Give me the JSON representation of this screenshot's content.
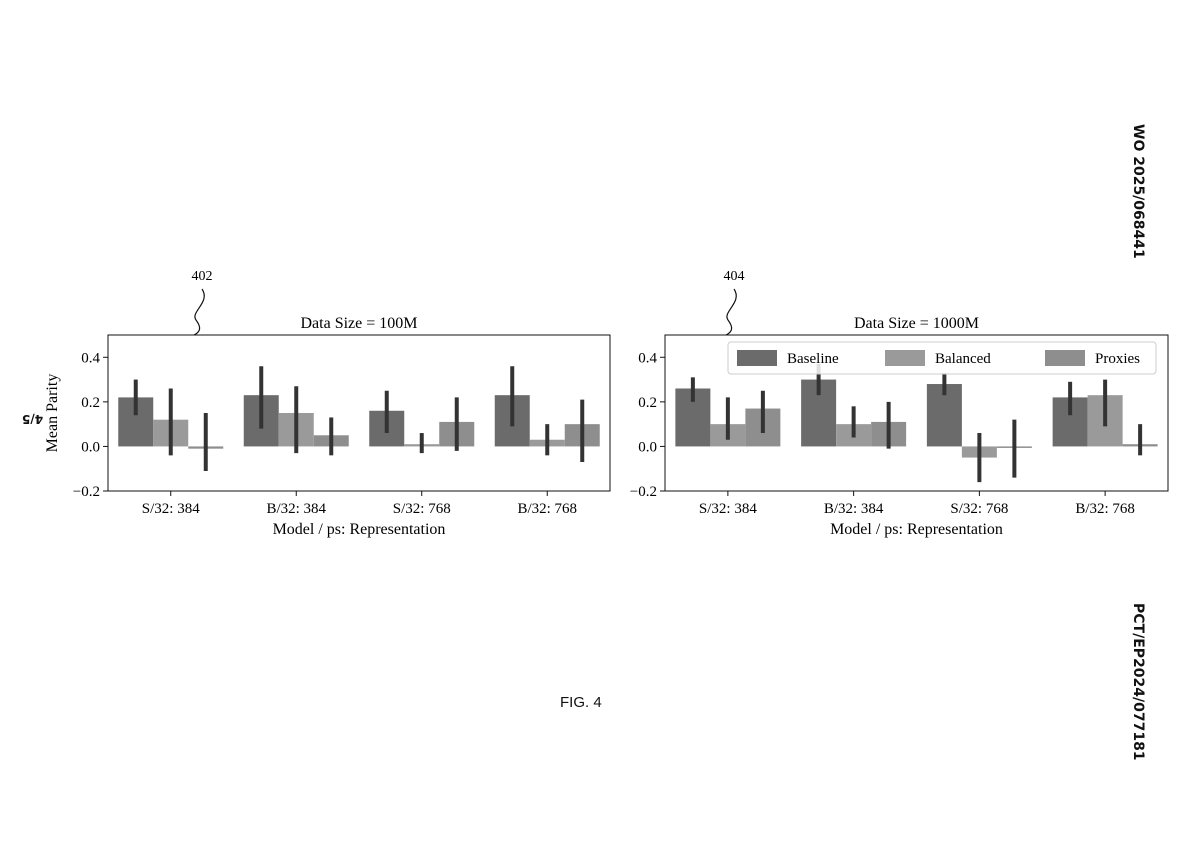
{
  "side_text": {
    "top": "WO 2025/068441",
    "bottom": "PCT/EP2024/077181"
  },
  "page_number": "4/5",
  "figure_caption": "FIG. 4",
  "colors": {
    "Baseline": "#6b6b6b",
    "Balanced": "#9a9a9a",
    "Proxies": "#8e8e8e",
    "error_bar": "#333333"
  },
  "chart_data": [
    {
      "type": "bar",
      "ref_label": "402",
      "title": "Data Size = 100M",
      "xlabel": "Model / ps: Representation",
      "ylabel": "Mean Parity",
      "ylim": [
        -0.2,
        0.5
      ],
      "yticks": [
        -0.2,
        0.0,
        0.2,
        0.4
      ],
      "ytick_labels": [
        "−0.2",
        "0.0",
        "0.2",
        "0.4"
      ],
      "categories": [
        "S/32: 384",
        "B/32: 384",
        "S/32: 768",
        "B/32: 768"
      ],
      "legend": null,
      "series": [
        {
          "name": "Baseline",
          "values": [
            0.22,
            0.23,
            0.16,
            0.23
          ],
          "err_low": [
            0.14,
            0.08,
            0.06,
            0.09
          ],
          "err_high": [
            0.3,
            0.36,
            0.25,
            0.36
          ]
        },
        {
          "name": "Balanced",
          "values": [
            0.12,
            0.15,
            0.01,
            0.03
          ],
          "err_low": [
            -0.04,
            -0.03,
            -0.03,
            -0.04
          ],
          "err_high": [
            0.26,
            0.27,
            0.06,
            0.1
          ]
        },
        {
          "name": "Proxies",
          "values": [
            -0.01,
            0.05,
            0.11,
            0.1
          ],
          "err_low": [
            -0.11,
            -0.04,
            -0.02,
            -0.07
          ],
          "err_high": [
            0.15,
            0.13,
            0.22,
            0.21
          ]
        }
      ]
    },
    {
      "type": "bar",
      "ref_label": "404",
      "title": "Data Size = 1000M",
      "xlabel": "Model / ps: Representation",
      "ylabel": "",
      "ylim": [
        -0.2,
        0.5
      ],
      "yticks": [
        -0.2,
        0.0,
        0.2,
        0.4
      ],
      "ytick_labels": [
        "−0.2",
        "0.0",
        "0.2",
        "0.4"
      ],
      "categories": [
        "S/32: 384",
        "B/32: 384",
        "S/32: 768",
        "B/32: 768"
      ],
      "legend": {
        "placement": "top-right",
        "entries": [
          "Baseline",
          "Balanced",
          "Proxies"
        ]
      },
      "series": [
        {
          "name": "Baseline",
          "values": [
            0.26,
            0.3,
            0.28,
            0.22
          ],
          "err_low": [
            0.2,
            0.23,
            0.23,
            0.14
          ],
          "err_high": [
            0.31,
            0.37,
            0.33,
            0.29
          ]
        },
        {
          "name": "Balanced",
          "values": [
            0.1,
            0.1,
            -0.05,
            0.23
          ],
          "err_low": [
            0.03,
            0.04,
            -0.16,
            0.09
          ],
          "err_high": [
            0.22,
            0.18,
            0.06,
            0.3
          ]
        },
        {
          "name": "Proxies",
          "values": [
            0.17,
            0.11,
            0.0,
            0.01
          ],
          "err_low": [
            0.06,
            -0.01,
            -0.14,
            -0.04
          ],
          "err_high": [
            0.25,
            0.2,
            0.12,
            0.1
          ]
        }
      ]
    }
  ]
}
